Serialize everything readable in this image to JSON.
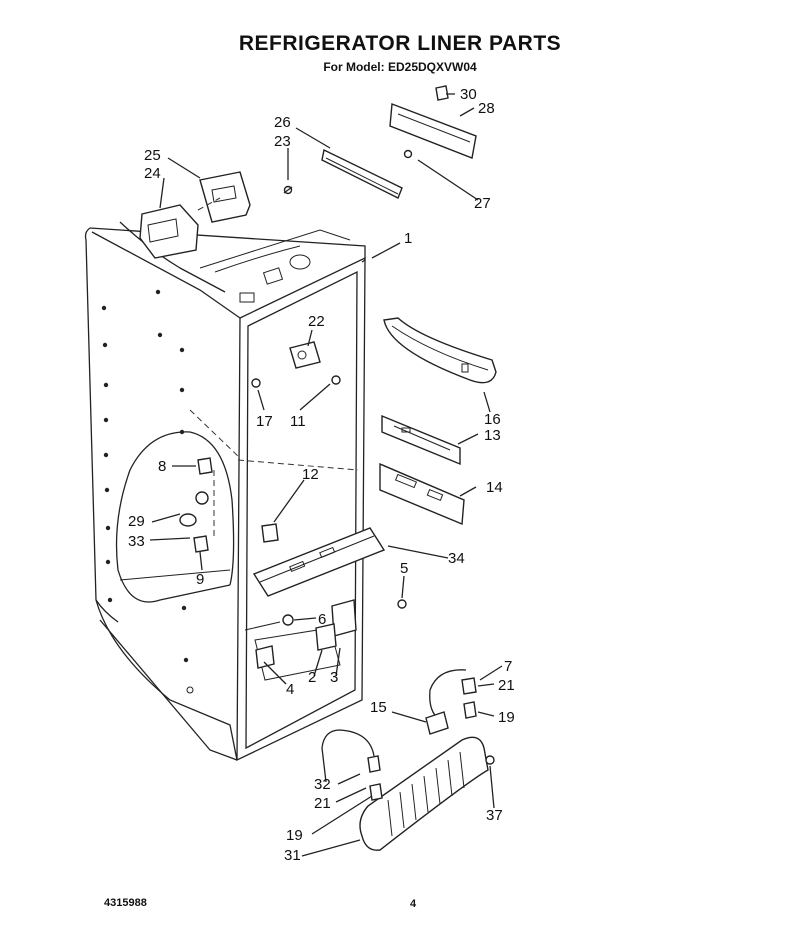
{
  "header": {
    "title": "REFRIGERATOR LINER PARTS",
    "subtitle": "For Model: ED25DQXVW04"
  },
  "footer": {
    "part_number": "4315988",
    "page_number": "4"
  },
  "callouts": [
    "30",
    "28",
    "26",
    "23",
    "25",
    "24",
    "27",
    "1",
    "22",
    "17",
    "11",
    "16",
    "13",
    "8",
    "12",
    "14",
    "29",
    "33",
    "34",
    "9",
    "5",
    "6",
    "7",
    "21",
    "4",
    "2",
    "3",
    "19",
    "15",
    "32",
    "21",
    "37",
    "19",
    "31"
  ]
}
